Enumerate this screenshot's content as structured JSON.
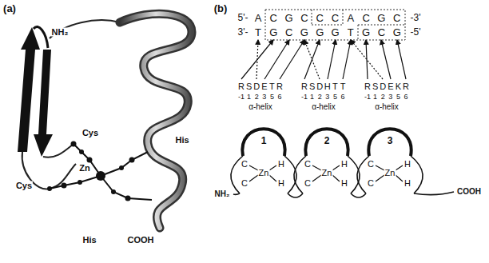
{
  "diagram": {
    "labels": [
      "(a)",
      "NH₂",
      "Cys",
      "Cys",
      "Zn",
      "His",
      "His",
      "COOH",
      "(b)",
      "5'-",
      "A",
      "C",
      "G",
      "C",
      "C",
      "C",
      "A",
      "C",
      "G",
      "C",
      "-3'",
      "3'-",
      "T",
      "G",
      "C",
      "G",
      "G",
      "G",
      "T",
      "G",
      "C",
      "G",
      "-5'",
      "R",
      "S",
      "D",
      "E",
      "T",
      "R",
      "-1",
      "1",
      "2",
      "3",
      "5",
      "6",
      "α-helix",
      "R",
      "S",
      "D",
      "H",
      "T",
      "T",
      "-1",
      "1",
      "2",
      "3",
      "5",
      "6",
      "α-helix",
      "R",
      "S",
      "D",
      "E",
      "K",
      "R",
      "-1",
      "1",
      "2",
      "3",
      "5",
      "6",
      "α-helix",
      "1",
      "C",
      "C",
      "Zn",
      "H",
      "H",
      "2",
      "C",
      "C",
      "Zn",
      "H",
      "H",
      "3",
      "C",
      "C",
      "Zn",
      "H",
      "H",
      "NH₂",
      "COOH"
    ]
  }
}
